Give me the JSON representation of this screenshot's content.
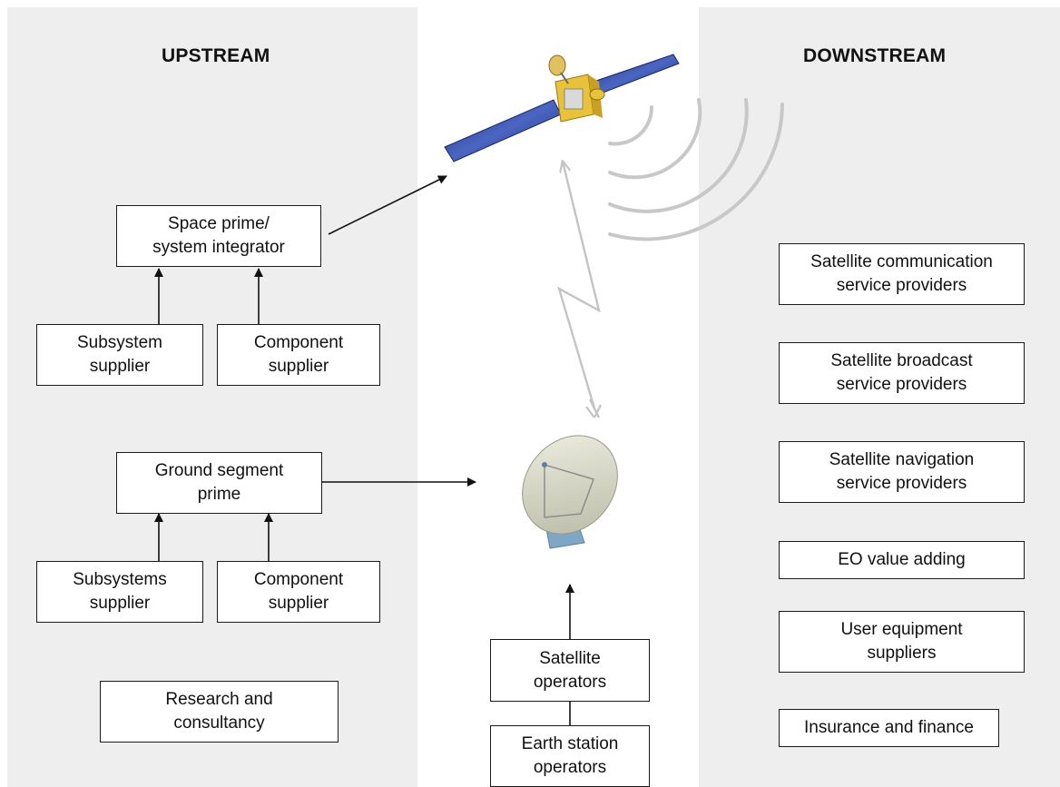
{
  "upstream": {
    "heading": "UPSTREAM",
    "space_prime": "Space prime/\nsystem integrator",
    "subsystem_supplier": "Subsystem\nsupplier",
    "component_supplier_space": "Component\nsupplier",
    "ground_prime": "Ground segment\nprime",
    "subsystems_supplier": "Subsystems\nsupplier",
    "component_supplier_ground": "Component\nsupplier",
    "research": "Research and\nconsultancy"
  },
  "center": {
    "satellite_icon": "satellite-icon",
    "dish_icon": "ground-station-dish-icon",
    "satellite_operators": "Satellite\noperators",
    "earth_station_operators": "Earth station\noperators"
  },
  "downstream": {
    "heading": "DOWNSTREAM",
    "items": [
      "Satellite communication\nservice providers",
      "Satellite broadcast\nservice providers",
      "Satellite navigation\nservice providers",
      "EO value adding",
      "User equipment\nsuppliers",
      "Insurance and finance"
    ]
  },
  "colors": {
    "panel": "#eeeeee",
    "signal": "#c8c8c8",
    "solar_panel": "#2b3f8f",
    "satellite_body": "#e8c23a",
    "dish": "#d8d8c8",
    "dish_base": "#7fa6c4"
  }
}
